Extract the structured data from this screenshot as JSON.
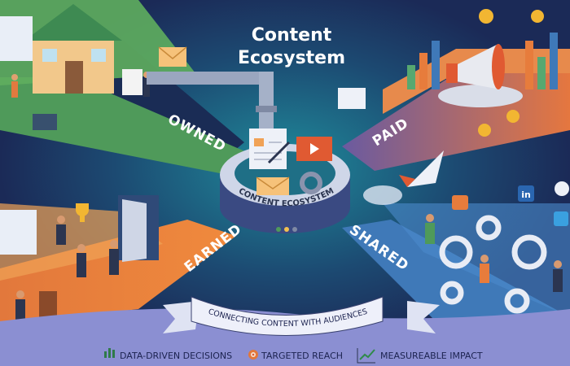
{
  "title": {
    "line1": "Content",
    "line2": "Ecosystem"
  },
  "hub": {
    "label": "CONTENT ECOSYSTEM"
  },
  "channels": {
    "owned": "OWNED",
    "paid": "PAID",
    "earned": "EARNED",
    "shared": "SHARED"
  },
  "banner": {
    "text": "CONNECTING CONTENT WITH AUDIENCES"
  },
  "footer": {
    "items": [
      {
        "label": "DATA-DRIVEN DECISIONS",
        "icon": "bar-chart-icon"
      },
      {
        "label": "TARGETED REACH",
        "icon": "target-icon"
      },
      {
        "label": "MEASUREABLE IMPACT",
        "icon": "trend-up-icon"
      }
    ]
  },
  "social": {
    "linkedin": "in"
  },
  "colors": {
    "background": "#1b2a57",
    "owned": "#4f9a5a",
    "paid": "#e07a45",
    "earned": "#e8893f",
    "shared": "#3f79b8",
    "footer": "#8b8fd2"
  }
}
